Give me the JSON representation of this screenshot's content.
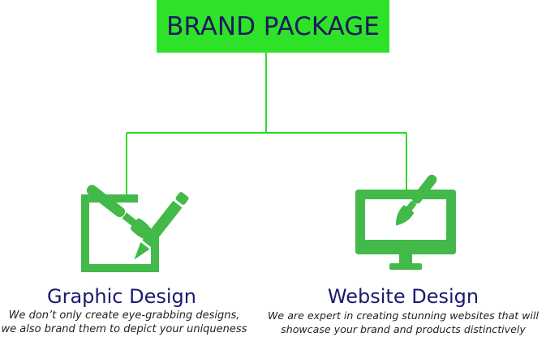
{
  "root": {
    "title": "BRAND PACKAGE"
  },
  "nodes": [
    {
      "title": "Graphic Design",
      "description_line1": "We don’t only create eye-grabbing designs,",
      "description_line2": "we also brand them to depict your uniqueness",
      "icon": "pencil-brush-icon"
    },
    {
      "title": "Website Design",
      "description_line1": "We are expert in creating stunning websites that will",
      "description_line2": "showcase your brand and products distinctively",
      "icon": "monitor-brush-icon"
    }
  ],
  "colors": {
    "accent": "#2ee22a",
    "icon": "#43b94a",
    "title_text": "#1a1a6e",
    "connector": "#2fd92a"
  }
}
